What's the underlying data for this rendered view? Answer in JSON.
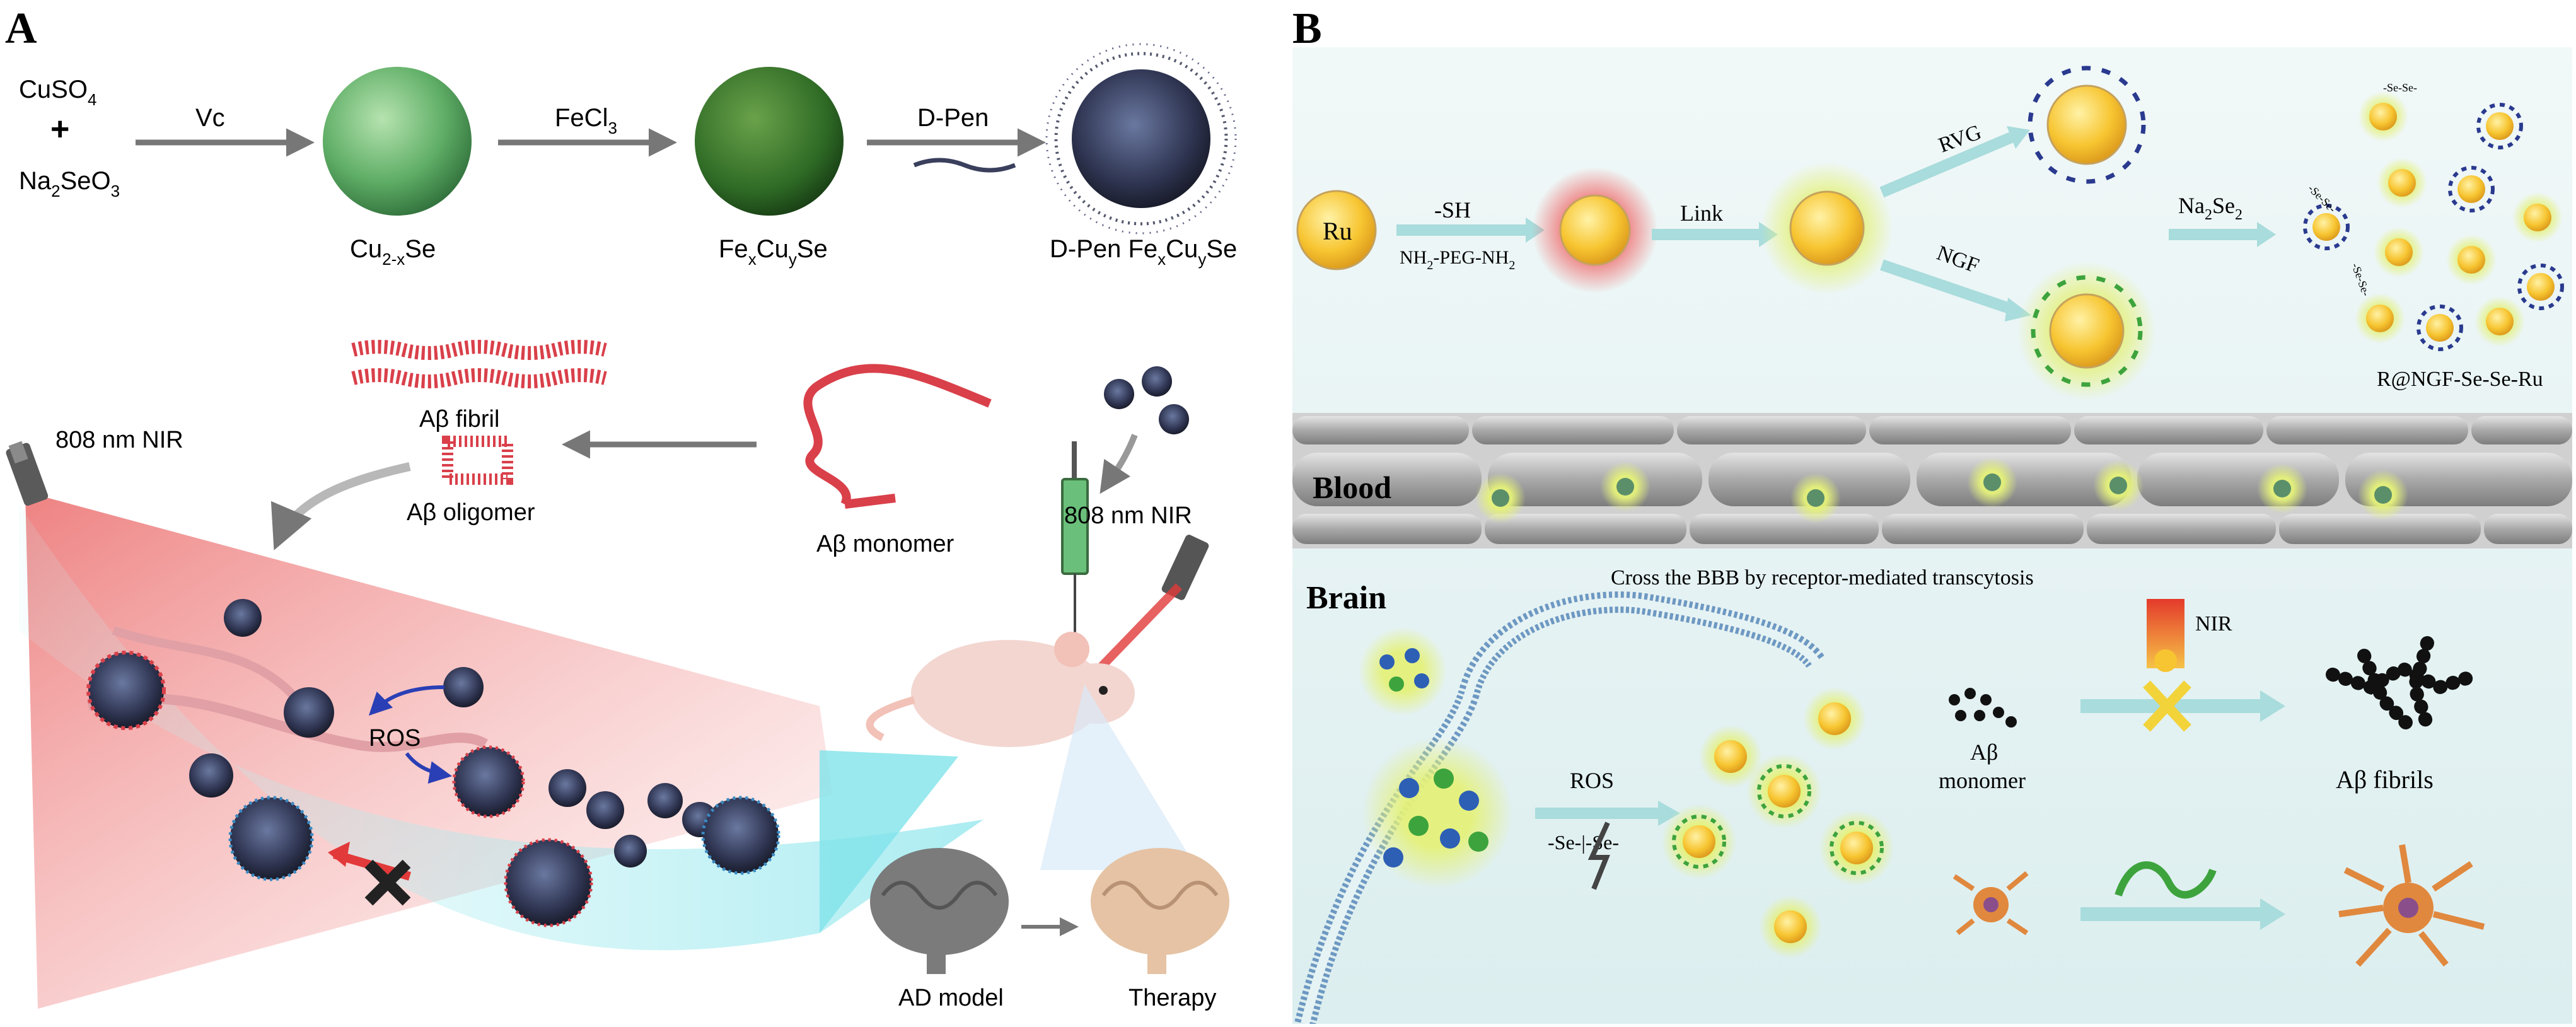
{
  "panelA": {
    "letter": "A",
    "synthesis": {
      "reagent1": "CuSO",
      "reagent1_sub": "4",
      "plus": "+",
      "reagent2": "Na",
      "reagent2_sub1": "2",
      "reagent2_mid": "SeO",
      "reagent2_sub2": "3",
      "step1": "Vc",
      "step2": "FeCl",
      "step2_sub": "3",
      "step3": "D-Pen",
      "product1": "Cu",
      "product1_sub": "2-x",
      "product1_end": "Se",
      "product2_a": "Fe",
      "product2_sub1": "x",
      "product2_b": "Cu",
      "product2_sub2": "y",
      "product2_c": "Se",
      "product3_a": "D-Pen Fe",
      "product3_sub1": "x",
      "product3_b": "Cu",
      "product3_sub2": "y",
      "product3_c": "Se"
    },
    "labels": {
      "nir_left": "808 nm NIR",
      "fibril": "Aβ fibril",
      "oligomer": "Aβ oligomer",
      "monomer": "Aβ monomer",
      "nir_right": "808 nm NIR",
      "ros": "ROS",
      "ad_model": "AD model",
      "therapy": "Therapy"
    }
  },
  "panelB": {
    "letter": "B",
    "synthesis": {
      "ru": "Ru",
      "sh": "-SH",
      "peg": "NH",
      "peg_sub1": "2",
      "peg_mid": "-PEG-NH",
      "peg_sub2": "2",
      "link": "Link",
      "rvg": "RVG",
      "ngf": "NGF",
      "na2se2_a": "Na",
      "na2se2_sub1": "2",
      "na2se2_b": "Se",
      "na2se2_sub2": "2",
      "se_se_1": "-Se-Se-",
      "se_se_2": "-Se-Se-",
      "se_se_3": "-Se-Se-",
      "product": "R@NGF-Se-Se-Ru"
    },
    "blood": "Blood",
    "brain": "Brain",
    "bbb_caption": "Cross the BBB by receptor-mediated transcytosis",
    "ros": "ROS",
    "se_cleave": "-Se-|-Se-",
    "monomer_line1": "Aβ",
    "monomer_line2": "monomer",
    "nir": "NIR",
    "fibrils": "Aβ fibrils"
  },
  "colors": {
    "sphere_yellow": "#f7c531",
    "glow_green": "#d9ee6a",
    "arrow_cyan": "#a9dcdc",
    "blood_gray": "#a6a6a6",
    "laser_red": "#e23a3a",
    "panel_b_bg": "#e6f3f4"
  }
}
